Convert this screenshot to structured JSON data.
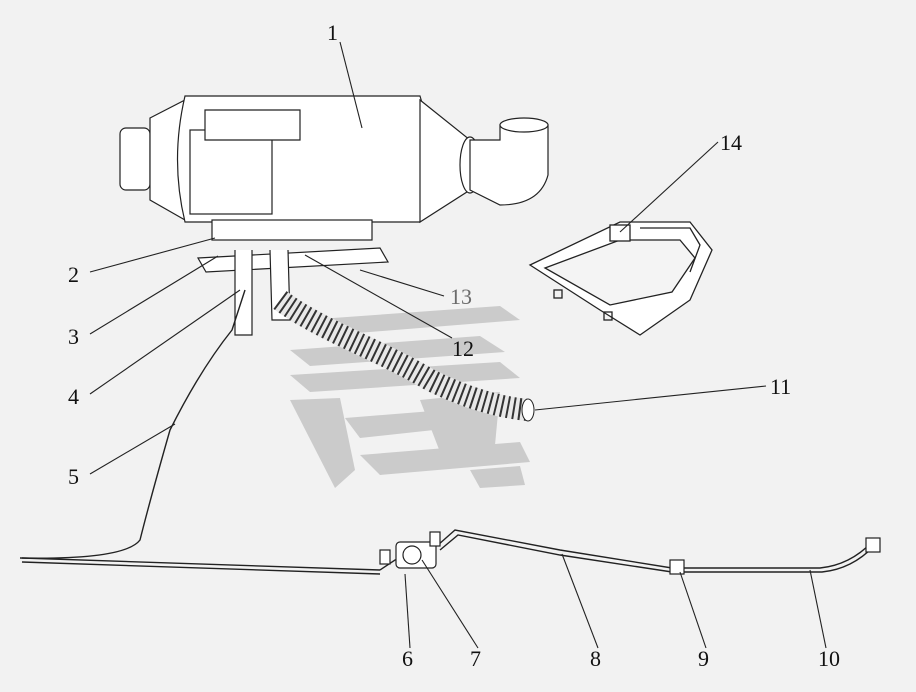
{
  "callouts": [
    {
      "id": "1",
      "text": "1"
    },
    {
      "id": "2",
      "text": "2"
    },
    {
      "id": "3",
      "text": "3"
    },
    {
      "id": "4",
      "text": "4"
    },
    {
      "id": "5",
      "text": "5"
    },
    {
      "id": "6",
      "text": "6"
    },
    {
      "id": "7",
      "text": "7"
    },
    {
      "id": "8",
      "text": "8"
    },
    {
      "id": "9",
      "text": "9"
    },
    {
      "id": "10",
      "text": "10"
    },
    {
      "id": "11",
      "text": "11"
    },
    {
      "id": "12",
      "text": "12"
    },
    {
      "id": "13",
      "text": "13"
    },
    {
      "id": "14",
      "text": "14"
    }
  ],
  "colors": {
    "background": "#f2f2f2",
    "line": "#222222",
    "watermark": "#c9c9c9",
    "callout_grey": "#6b6b6b"
  }
}
